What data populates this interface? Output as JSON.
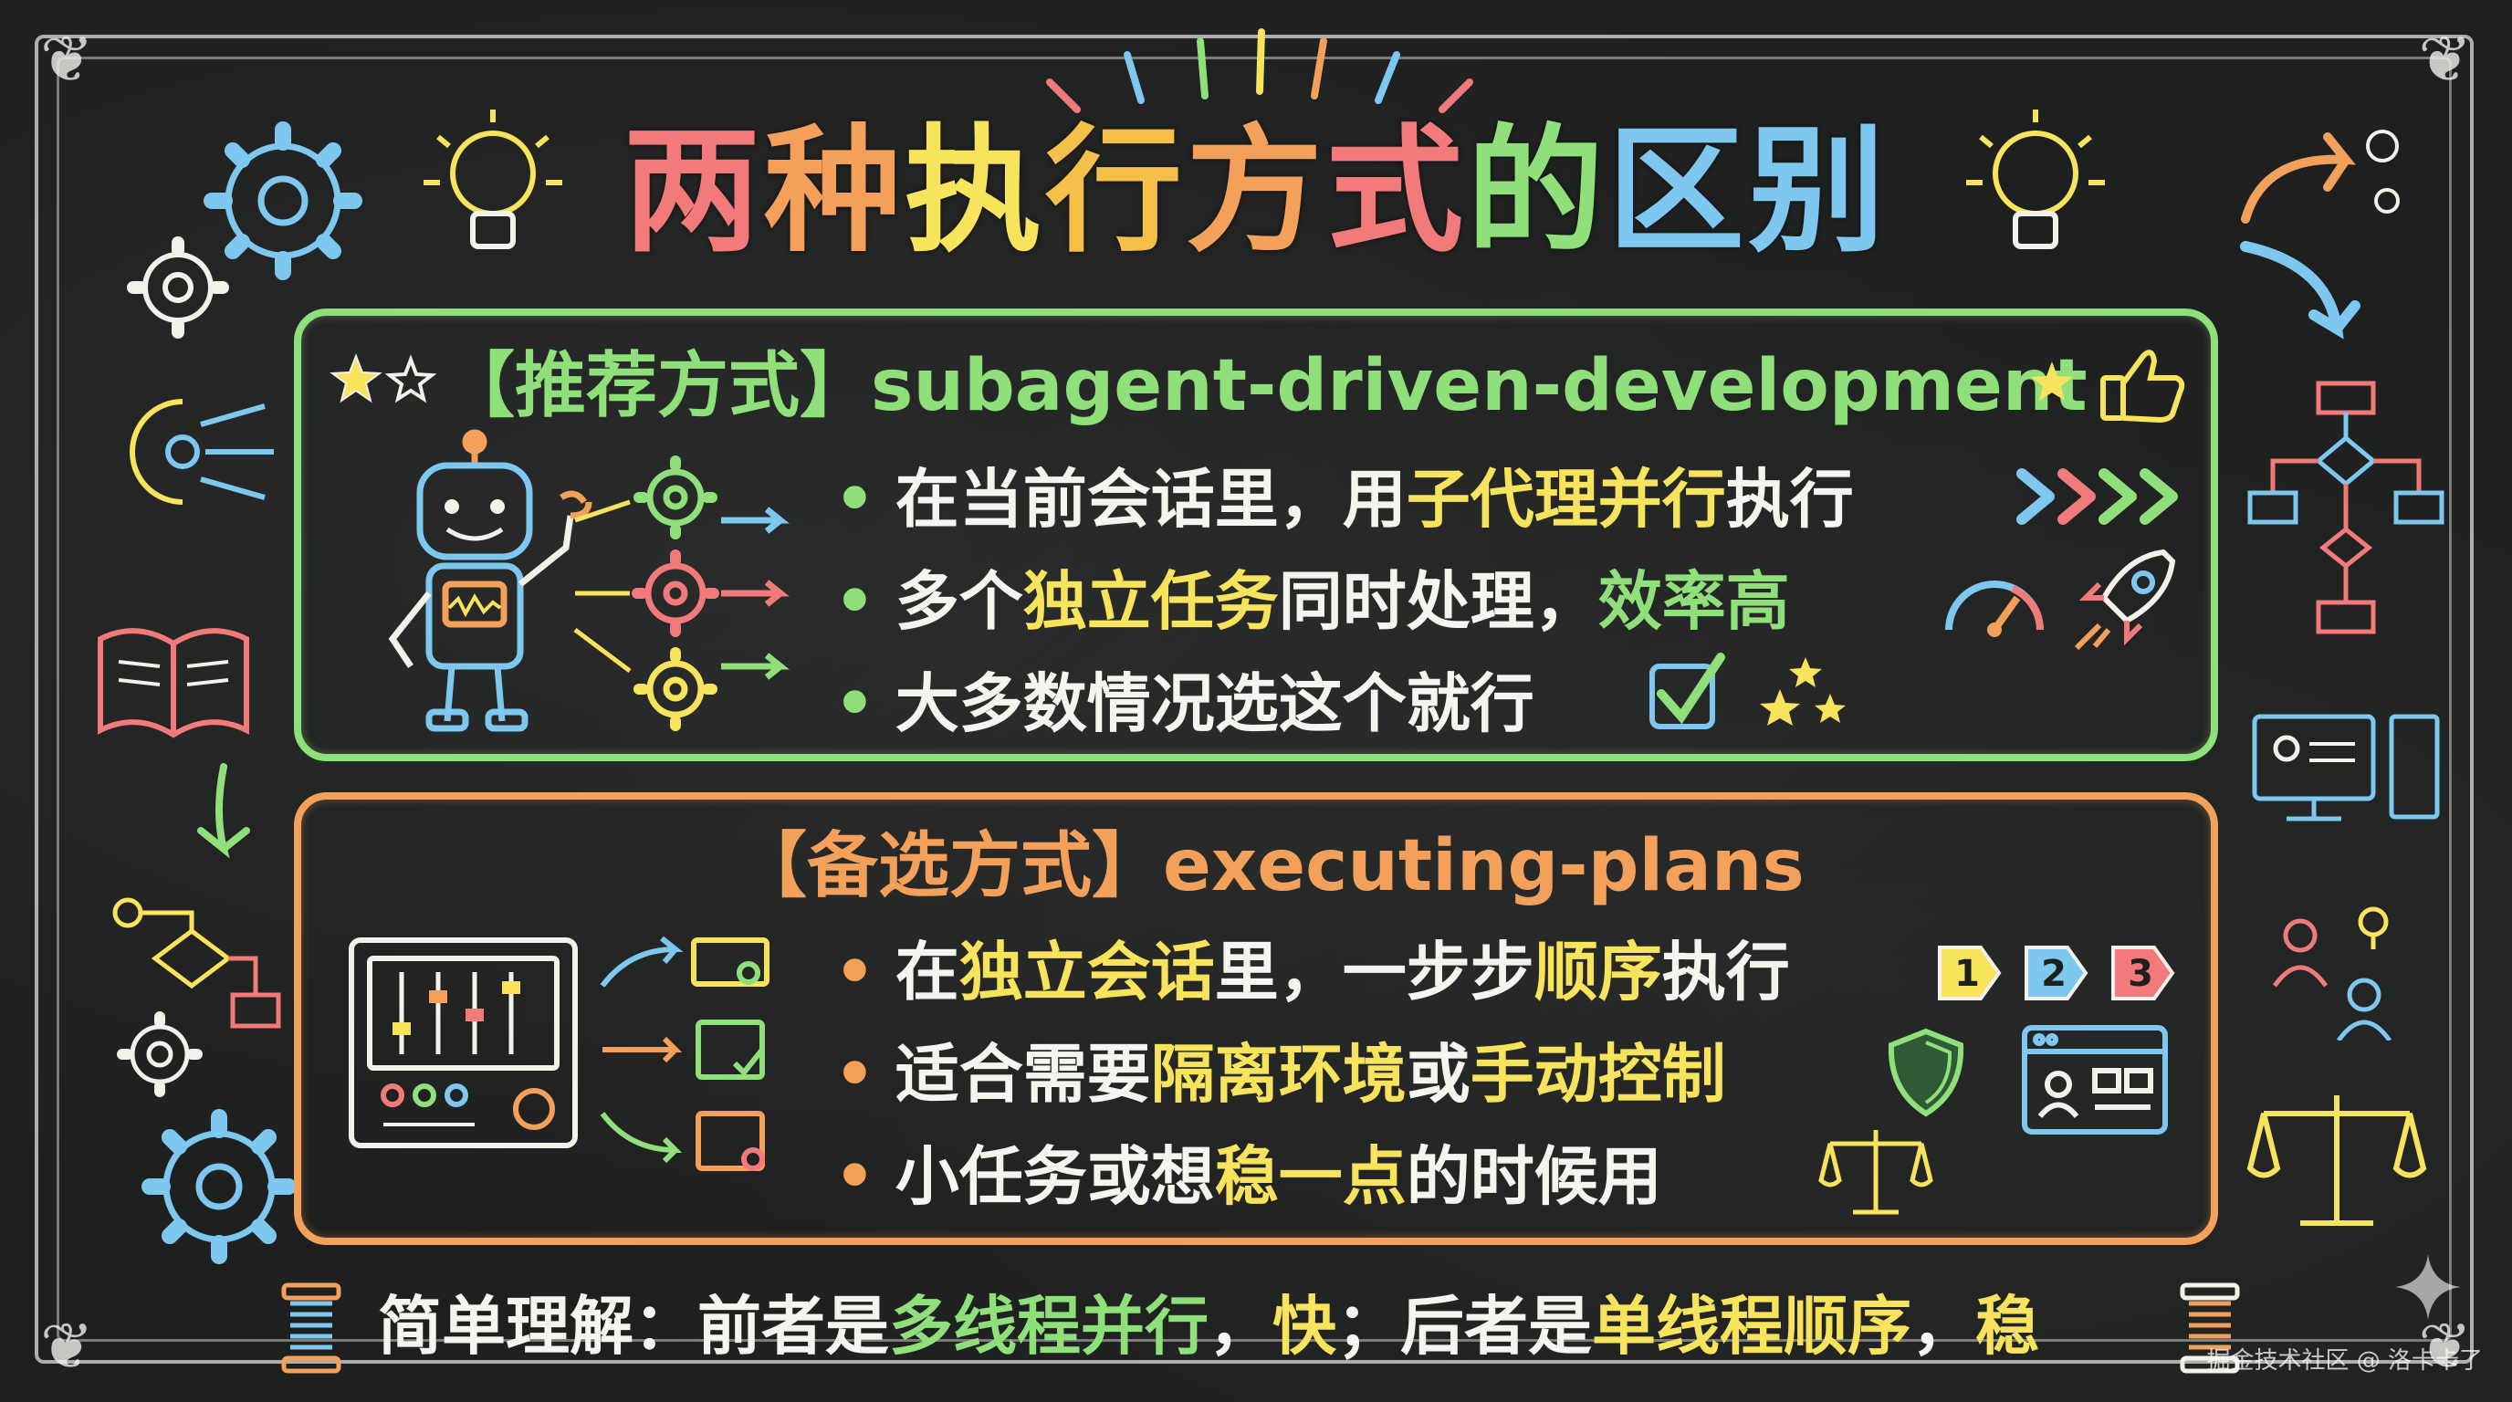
{
  "title": {
    "chars": [
      "两",
      "种",
      "执",
      "行",
      "方",
      "式",
      "的",
      "区",
      "别"
    ],
    "colors": [
      "#f27a7a",
      "#f5a05a",
      "#f7e35c",
      "#f5c04a",
      "#f2a05a",
      "#f27a7a",
      "#8fe07a",
      "#7ec8f0",
      "#7ec8f0"
    ]
  },
  "recommended": {
    "bracket_label": "【推荐方式】",
    "name": "subagent-driven-development",
    "bullet_dot": "•",
    "bullets": [
      {
        "a": "在当前会话里，用",
        "b": "子代理并行",
        "c": "执行",
        "d": ""
      },
      {
        "a": "多个",
        "b": "独立任务",
        "c": "同时处理，",
        "d": "效率高"
      },
      {
        "a": "大多数情况选这个就行",
        "b": "",
        "c": "",
        "d": ""
      }
    ]
  },
  "alternative": {
    "bracket_label": "【备选方式】",
    "name": "executing-plans",
    "bullet_dot": "•",
    "bullets": [
      {
        "a": "在",
        "b": "独立会话",
        "c": "里，一步步",
        "d": "顺序",
        "e": "执行"
      },
      {
        "a": "适合需要",
        "b": "隔离环境",
        "c": "或",
        "d": "手动控制",
        "e": ""
      },
      {
        "a": "小任务或想",
        "b": "稳一点",
        "c": "的时候用",
        "d": "",
        "e": ""
      }
    ],
    "steps": [
      "1",
      "2",
      "3"
    ]
  },
  "summary": {
    "a": "简单理解：前者是",
    "b": "多线程并行",
    "c": "，",
    "d": "快",
    "e": "；后者是",
    "f": "单线程顺序",
    "g": "，",
    "h": "稳"
  },
  "watermark": "掘金技术社区 @ 洛卡卡了",
  "colors": {
    "green": "#8fe07a",
    "orange": "#f2a05a",
    "yellow": "#f7e35c",
    "blue": "#7ec8f0",
    "red": "#f27a7a",
    "chalk": "#f3f1ea"
  }
}
